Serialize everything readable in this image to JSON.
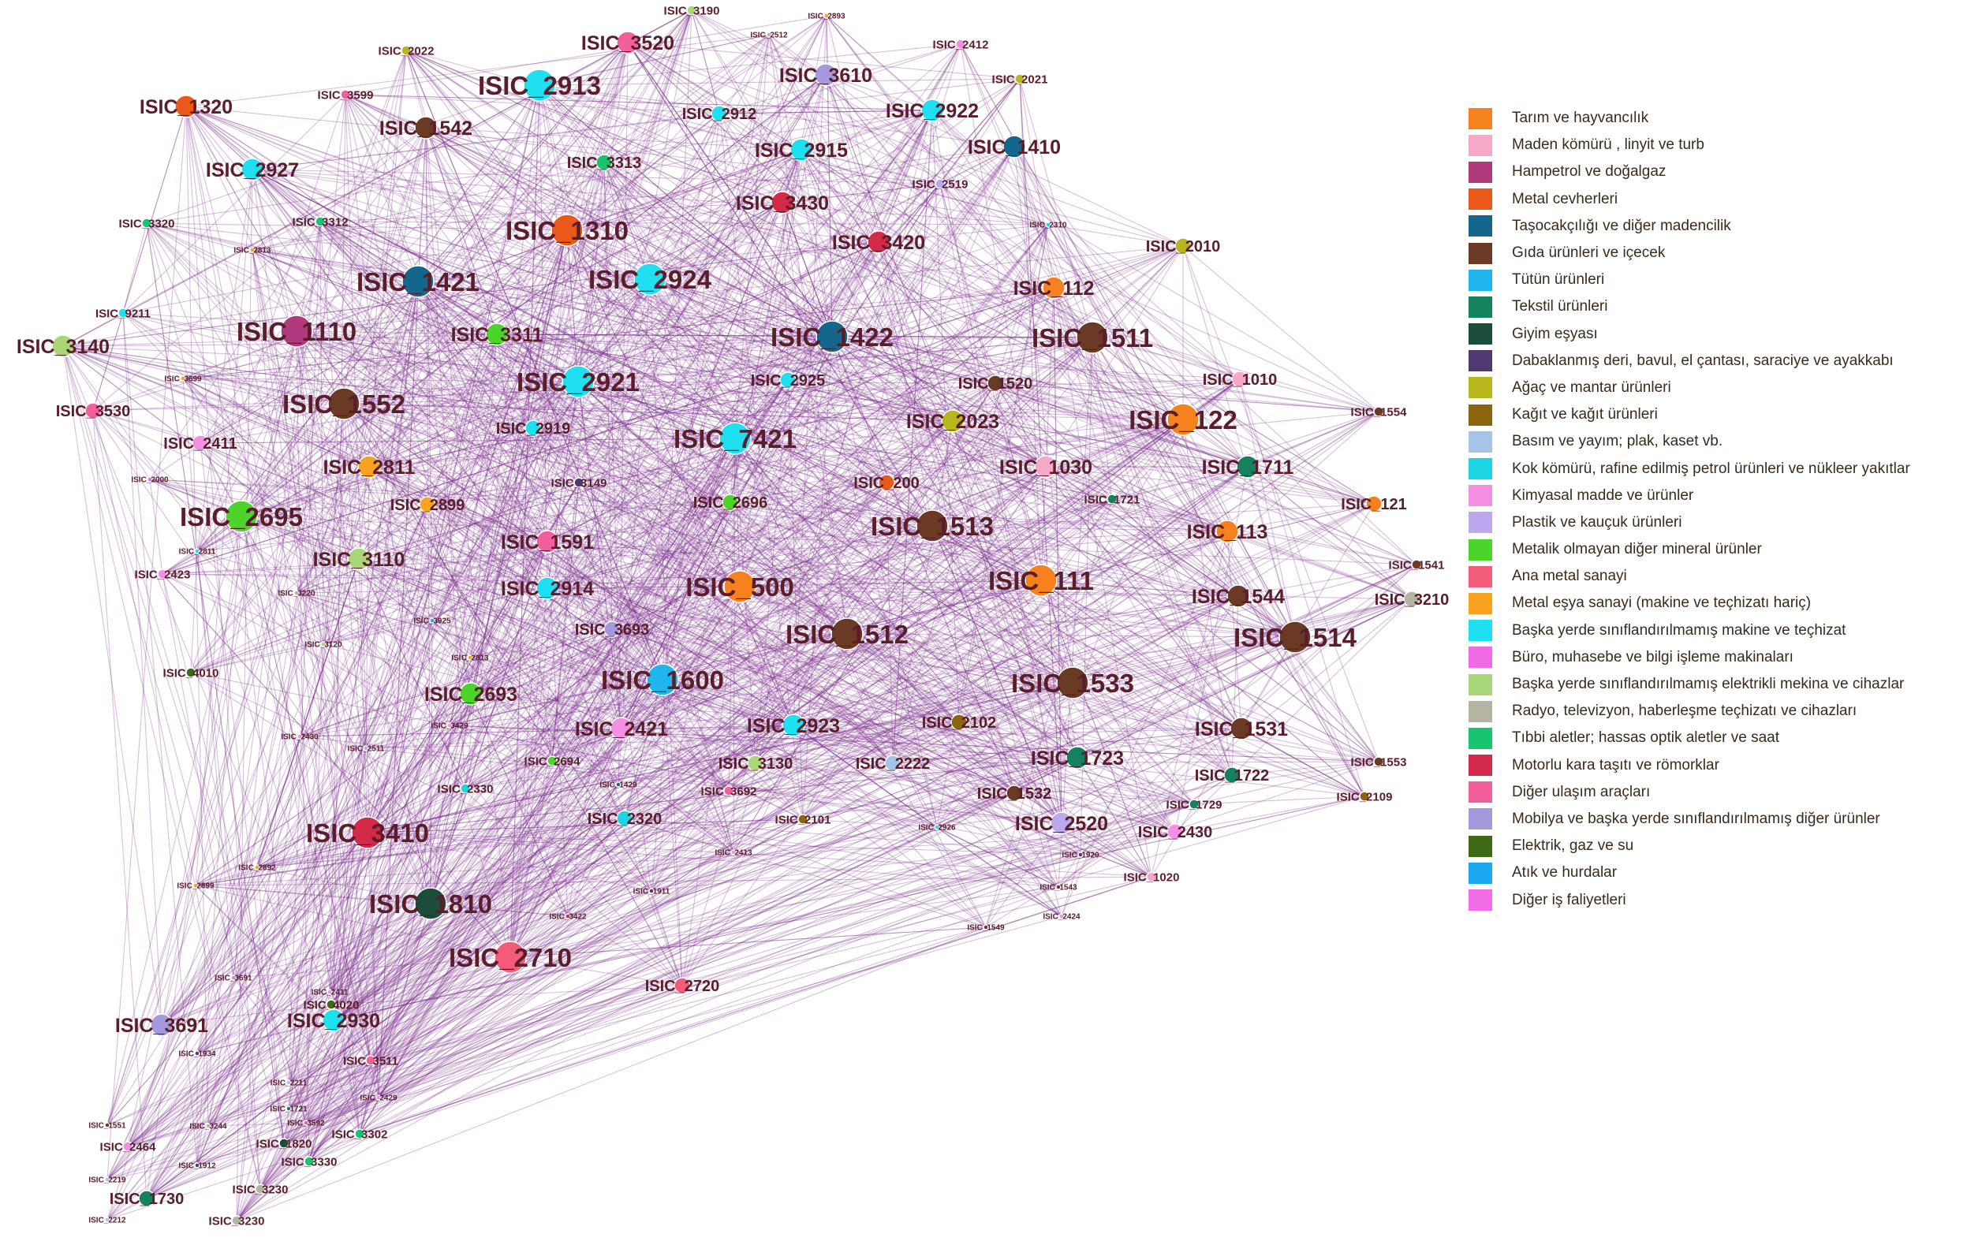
{
  "legend": [
    {
      "label": "Tarım ve hayvancılık",
      "color": "#F6821F"
    },
    {
      "label": "Maden kömürü , linyit ve turb",
      "color": "#F7A8C8"
    },
    {
      "label": "Hampetrol ve doğalgaz",
      "color": "#B03A7B"
    },
    {
      "label": "Metal cevherleri",
      "color": "#E8591A"
    },
    {
      "label": "Taşocakçılığı ve diğer madencilik",
      "color": "#15668C"
    },
    {
      "label": "Gıda ürünleri ve içecek",
      "color": "#6B3A24"
    },
    {
      "label": "Tütün ürünleri",
      "color": "#20B5EC"
    },
    {
      "label": "Tekstil ürünleri",
      "color": "#14815F"
    },
    {
      "label": "Giyim eşyası",
      "color": "#1B4D3A"
    },
    {
      "label": "Dabaklanmış deri, bavul, el çantası, saraciye ve ayakkabı",
      "color": "#4E3A6E"
    },
    {
      "label": "Ağaç ve mantar ürünleri",
      "color": "#B8B81C"
    },
    {
      "label": "Kağıt ve kağıt ürünleri",
      "color": "#8B6410"
    },
    {
      "label": "Basım ve yayım; plak, kaset vb.",
      "color": "#A6C4EA"
    },
    {
      "label": "Kok kömürü, rafine edilmiş petrol ürünleri ve nükleer yakıtlar",
      "color": "#1CD4E2"
    },
    {
      "label": "Kimyasal madde ve ürünler",
      "color": "#F48FE4"
    },
    {
      "label": "Plastik ve kauçuk ürünleri",
      "color": "#BCA8EC"
    },
    {
      "label": "Metalik olmayan diğer mineral ürünler",
      "color": "#4CD42A"
    },
    {
      "label": "Ana metal sanayi",
      "color": "#F25C78"
    },
    {
      "label": "Metal eşya sanayi (makine ve teçhizatı hariç)",
      "color": "#F8A220"
    },
    {
      "label": "Başka yerde sınıflandırılmamış makine ve teçhizat",
      "color": "#1FE0F0"
    },
    {
      "label": "Büro, muhasebe ve bilgi işleme makinaları",
      "color": "#F06AE6"
    },
    {
      "label": "Başka yerde sınıflandırılmamış elektrikli mekina ve cihazlar",
      "color": "#A8D678"
    },
    {
      "label": "Radyo, televizyon, haberleşme teçhizatı ve cihazları",
      "color": "#B4B4A0"
    },
    {
      "label": "Tıbbi aletler; hassas optik aletler ve saat",
      "color": "#18C470"
    },
    {
      "label": "Motorlu kara taşıtı ve römorklar",
      "color": "#D42A4A"
    },
    {
      "label": "Diğer ulaşım araçları",
      "color": "#F2609C"
    },
    {
      "label": "Mobilya ve başka yerde sınıflandırılmamış diğer ürünler",
      "color": "#A698DC"
    },
    {
      "label": "Elektrik, gaz ve su",
      "color": "#3E6A18"
    },
    {
      "label": "Atık ve hurdalar",
      "color": "#1CA8F0"
    },
    {
      "label": "Diğer iş faliyetleri",
      "color": "#F26CE8"
    }
  ],
  "nodes": [
    {
      "label": "ISIC_3190",
      "cat": 21,
      "size": "s"
    },
    {
      "label": "ISIC_2893",
      "cat": 18,
      "size": "xs"
    },
    {
      "label": "ISIC_3520",
      "cat": 25,
      "size": "l"
    },
    {
      "label": "ISIC_2512",
      "cat": 15,
      "size": "xs"
    },
    {
      "label": "ISIC_2022",
      "cat": 10,
      "size": "s"
    },
    {
      "label": "ISIC_2412",
      "cat": 14,
      "size": "s"
    },
    {
      "label": "ISIC_3610",
      "cat": 26,
      "size": "l"
    },
    {
      "label": "ISIC_2021",
      "cat": 10,
      "size": "s"
    },
    {
      "label": "ISIC_1320",
      "cat": 3,
      "size": "l"
    },
    {
      "label": "ISIC_3599",
      "cat": 25,
      "size": "s"
    },
    {
      "label": "ISIC_2913",
      "cat": 19,
      "size": "xl"
    },
    {
      "label": "ISIC_2912",
      "cat": 19,
      "size": "m"
    },
    {
      "label": "ISIC_2922",
      "cat": 19,
      "size": "l"
    },
    {
      "label": "ISIC_1542",
      "cat": 5,
      "size": "l"
    },
    {
      "label": "ISIC_1410",
      "cat": 4,
      "size": "l"
    },
    {
      "label": "ISIC_2927",
      "cat": 19,
      "size": "l"
    },
    {
      "label": "ISIC_3313",
      "cat": 23,
      "size": "m"
    },
    {
      "label": "ISIC_2915",
      "cat": 19,
      "size": "l"
    },
    {
      "label": "ISIC_2519",
      "cat": 15,
      "size": "s"
    },
    {
      "label": "ISIC_3430",
      "cat": 24,
      "size": "l"
    },
    {
      "label": "ISIC_3320",
      "cat": 23,
      "size": "s"
    },
    {
      "label": "ISIC_3312",
      "cat": 23,
      "size": "s"
    },
    {
      "label": "ISIC_2310",
      "cat": 13,
      "size": "xs"
    },
    {
      "label": "ISIC_1310",
      "cat": 3,
      "size": "xl"
    },
    {
      "label": "ISIC_3420",
      "cat": 24,
      "size": "l"
    },
    {
      "label": "ISIC_2010",
      "cat": 10,
      "size": "m"
    },
    {
      "label": "ISIC_2813",
      "cat": 18,
      "size": "xs"
    },
    {
      "label": "ISIC_1421",
      "cat": 4,
      "size": "xl"
    },
    {
      "label": "ISIC_2924",
      "cat": 19,
      "size": "xl"
    },
    {
      "label": "ISIC_112",
      "cat": 0,
      "size": "l"
    },
    {
      "label": "ISIC_9211",
      "cat": 19,
      "size": "s"
    },
    {
      "label": "ISIC_1110",
      "cat": 2,
      "size": "xl"
    },
    {
      "label": "ISIC_3311",
      "cat": 16,
      "size": "l"
    },
    {
      "label": "ISIC_1422",
      "cat": 4,
      "size": "xl"
    },
    {
      "label": "ISIC_1511",
      "cat": 5,
      "size": "xl"
    },
    {
      "label": "ISIC_3140",
      "cat": 21,
      "size": "l"
    },
    {
      "label": "ISIC_3699",
      "cat": 18,
      "size": "xs"
    },
    {
      "label": "ISIC_2921",
      "cat": 19,
      "size": "xl"
    },
    {
      "label": "ISIC_2925",
      "cat": 19,
      "size": "m"
    },
    {
      "label": "ISIC_1520",
      "cat": 5,
      "size": "m"
    },
    {
      "label": "ISIC_1010",
      "cat": 1,
      "size": "m"
    },
    {
      "label": "ISIC_3530",
      "cat": 25,
      "size": "m"
    },
    {
      "label": "ISIC_1552",
      "cat": 5,
      "size": "xl"
    },
    {
      "label": "ISIC_1554",
      "cat": 5,
      "size": "s"
    },
    {
      "label": "ISIC_2919",
      "cat": 19,
      "size": "m"
    },
    {
      "label": "ISIC_7421",
      "cat": 19,
      "size": "xl"
    },
    {
      "label": "ISIC_2023",
      "cat": 10,
      "size": "l"
    },
    {
      "label": "ISIC_122",
      "cat": 0,
      "size": "xl"
    },
    {
      "label": "ISIC_2411",
      "cat": 14,
      "size": "m"
    },
    {
      "label": "ISIC_2811",
      "cat": 18,
      "size": "l"
    },
    {
      "label": "ISIC_1030",
      "cat": 1,
      "size": "l"
    },
    {
      "label": "ISIC_1711",
      "cat": 7,
      "size": "l"
    },
    {
      "label": "ISIC_2000",
      "cat": 20,
      "size": "xs"
    },
    {
      "label": "ISIC_3149",
      "cat": 9,
      "size": "s"
    },
    {
      "label": "ISIC_200",
      "cat": 3,
      "size": "m"
    },
    {
      "label": "ISIC_1721",
      "cat": 7,
      "size": "s"
    },
    {
      "label": "ISIC_121",
      "cat": 0,
      "size": "m"
    },
    {
      "label": "ISIC_2899",
      "cat": 18,
      "size": "m"
    },
    {
      "label": "ISIC_2695",
      "cat": 16,
      "size": "xl"
    },
    {
      "label": "ISIC_2696",
      "cat": 16,
      "size": "m"
    },
    {
      "label": "ISIC_1513",
      "cat": 5,
      "size": "xl"
    },
    {
      "label": "ISIC_113",
      "cat": 0,
      "size": "l"
    },
    {
      "label": "ISIC_1591",
      "cat": 25,
      "size": "l"
    },
    {
      "label": "ISIC_2811",
      "cat": 19,
      "size": "xs"
    },
    {
      "label": "ISIC_3110",
      "cat": 21,
      "size": "l"
    },
    {
      "label": "ISIC_1541",
      "cat": 5,
      "size": "s"
    },
    {
      "label": "ISIC_2423",
      "cat": 14,
      "size": "s"
    },
    {
      "label": "ISIC_2914",
      "cat": 19,
      "size": "l"
    },
    {
      "label": "ISIC_500",
      "cat": 0,
      "size": "xl"
    },
    {
      "label": "ISIC_111",
      "cat": 0,
      "size": "xl"
    },
    {
      "label": "ISIC_3220",
      "cat": 22,
      "size": "xs"
    },
    {
      "label": "ISIC_1544",
      "cat": 5,
      "size": "l"
    },
    {
      "label": "ISIC_3210",
      "cat": 22,
      "size": "m"
    },
    {
      "label": "ISIC_3693",
      "cat": 26,
      "size": "m"
    },
    {
      "label": "ISIC_1512",
      "cat": 5,
      "size": "xl"
    },
    {
      "label": "ISIC_1514",
      "cat": 5,
      "size": "xl"
    },
    {
      "label": "ISIC_3925",
      "cat": 28,
      "size": "xs"
    },
    {
      "label": "ISIC_3120",
      "cat": 21,
      "size": "xs"
    },
    {
      "label": "ISIC_1600",
      "cat": 6,
      "size": "xl"
    },
    {
      "label": "ISIC_1533",
      "cat": 5,
      "size": "xl"
    },
    {
      "label": "ISIC_2813",
      "cat": 18,
      "size": "xs"
    },
    {
      "label": "ISIC_4010",
      "cat": 27,
      "size": "s"
    },
    {
      "label": "ISIC_2693",
      "cat": 16,
      "size": "l"
    },
    {
      "label": "ISIC_2421",
      "cat": 14,
      "size": "l"
    },
    {
      "label": "ISIC_2923",
      "cat": 19,
      "size": "l"
    },
    {
      "label": "ISIC_2102",
      "cat": 11,
      "size": "m"
    },
    {
      "label": "ISIC_1531",
      "cat": 5,
      "size": "l"
    },
    {
      "label": "ISIC_3429",
      "cat": 14,
      "size": "xs"
    },
    {
      "label": "ISIC_2430",
      "cat": 14,
      "size": "xs"
    },
    {
      "label": "ISIC_2511",
      "cat": 15,
      "size": "xs"
    },
    {
      "label": "ISIC_2694",
      "cat": 16,
      "size": "s"
    },
    {
      "label": "ISIC_3130",
      "cat": 21,
      "size": "m"
    },
    {
      "label": "ISIC_2222",
      "cat": 12,
      "size": "m"
    },
    {
      "label": "ISIC_1723",
      "cat": 7,
      "size": "l"
    },
    {
      "label": "ISIC_1553",
      "cat": 5,
      "size": "s"
    },
    {
      "label": "ISIC_2330",
      "cat": 13,
      "size": "s"
    },
    {
      "label": "ISIC_1429",
      "cat": 4,
      "size": "xs"
    },
    {
      "label": "ISIC_3692",
      "cat": 25,
      "size": "s"
    },
    {
      "label": "ISIC_1532",
      "cat": 5,
      "size": "m"
    },
    {
      "label": "ISIC_1722",
      "cat": 7,
      "size": "m"
    },
    {
      "label": "ISIC_1729",
      "cat": 7,
      "size": "s"
    },
    {
      "label": "ISIC_2109",
      "cat": 11,
      "size": "s"
    },
    {
      "label": "ISIC_3410",
      "cat": 24,
      "size": "xl"
    },
    {
      "label": "ISIC_2320",
      "cat": 13,
      "size": "m"
    },
    {
      "label": "ISIC_2101",
      "cat": 11,
      "size": "s"
    },
    {
      "label": "ISIC_2926",
      "cat": 19,
      "size": "xs"
    },
    {
      "label": "ISIC_2520",
      "cat": 15,
      "size": "l"
    },
    {
      "label": "ISIC_2430",
      "cat": 14,
      "size": "m"
    },
    {
      "label": "ISIC_2413",
      "cat": 14,
      "size": "xs"
    },
    {
      "label": "ISIC_1920",
      "cat": 9,
      "size": "xs"
    },
    {
      "label": "ISIC_1020",
      "cat": 1,
      "size": "s"
    },
    {
      "label": "ISIC_2892",
      "cat": 18,
      "size": "xs"
    },
    {
      "label": "ISIC_2899",
      "cat": 18,
      "size": "xs"
    },
    {
      "label": "ISIC_1911",
      "cat": 9,
      "size": "xs"
    },
    {
      "label": "ISIC_1543",
      "cat": 5,
      "size": "xs"
    },
    {
      "label": "ISIC_1810",
      "cat": 8,
      "size": "xl"
    },
    {
      "label": "ISIC_3422",
      "cat": 24,
      "size": "xs"
    },
    {
      "label": "ISIC_2424",
      "cat": 14,
      "size": "xs"
    },
    {
      "label": "ISIC_1549",
      "cat": 5,
      "size": "xs"
    },
    {
      "label": "ISIC_2710",
      "cat": 17,
      "size": "xl"
    },
    {
      "label": "ISIC_3691",
      "cat": 26,
      "size": "xs"
    },
    {
      "label": "ISIC_2411",
      "cat": 14,
      "size": "xs"
    },
    {
      "label": "ISIC_4020",
      "cat": 27,
      "size": "s"
    },
    {
      "label": "ISIC_2720",
      "cat": 17,
      "size": "m"
    },
    {
      "label": "ISIC_3691",
      "cat": 26,
      "size": "l"
    },
    {
      "label": "ISIC_2930",
      "cat": 19,
      "size": "l"
    },
    {
      "label": "ISIC_1934",
      "cat": 9,
      "size": "xs"
    },
    {
      "label": "ISIC_3511",
      "cat": 25,
      "size": "s"
    },
    {
      "label": "ISIC_2211",
      "cat": 12,
      "size": "xs"
    },
    {
      "label": "ISIC_1551",
      "cat": 5,
      "size": "xs"
    },
    {
      "label": "ISIC_2429",
      "cat": 14,
      "size": "xs"
    },
    {
      "label": "ISIC_1721",
      "cat": 7,
      "size": "xs"
    },
    {
      "label": "ISIC_3592",
      "cat": 25,
      "size": "xs"
    },
    {
      "label": "ISIC_3302",
      "cat": 23,
      "size": "s"
    },
    {
      "label": "ISIC_2464",
      "cat": 14,
      "size": "s"
    },
    {
      "label": "ISIC_3244",
      "cat": 22,
      "size": "xs"
    },
    {
      "label": "ISIC_1820",
      "cat": 8,
      "size": "s"
    },
    {
      "label": "ISIC_2219",
      "cat": 12,
      "size": "xs"
    },
    {
      "label": "ISIC_1912",
      "cat": 9,
      "size": "xs"
    },
    {
      "label": "ISIC_3330",
      "cat": 23,
      "size": "s"
    },
    {
      "label": "ISIC_1730",
      "cat": 7,
      "size": "m"
    },
    {
      "label": "ISIC_3230",
      "cat": 22,
      "size": "s"
    },
    {
      "label": "ISIC_3230",
      "cat": 22,
      "size": "s"
    },
    {
      "label": "ISIC_2212",
      "cat": 12,
      "size": "xs"
    }
  ]
}
